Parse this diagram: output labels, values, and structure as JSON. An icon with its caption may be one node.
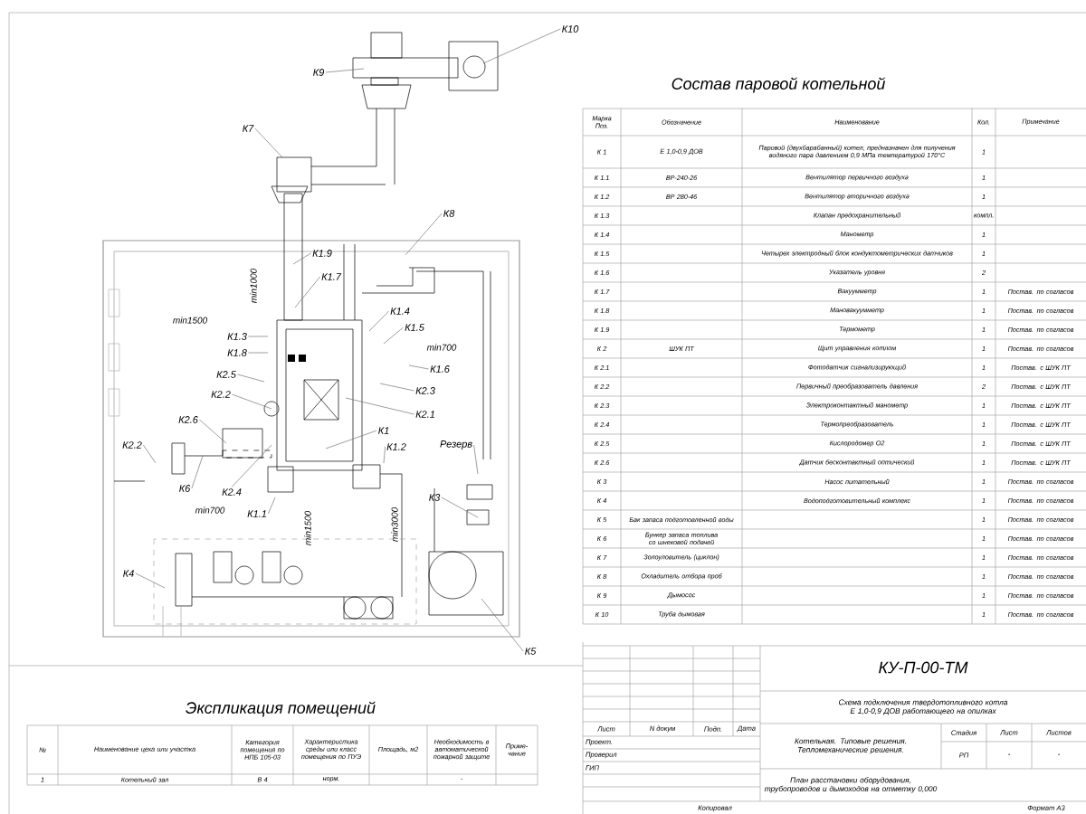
{
  "diagram": {
    "nodes": [
      {
        "text": [
          "К10"
        ]
      },
      {
        "text": [
          "К9"
        ]
      },
      {
        "text": [
          "К7"
        ]
      },
      {
        "text": [
          "К8"
        ]
      },
      {
        "text": [
          "К1.9"
        ]
      },
      {
        "text": [
          "К1.7"
        ]
      },
      {
        "text": [
          "К1.4"
        ]
      },
      {
        "text": [
          "К1.5"
        ]
      },
      {
        "text": [
          "К1.3"
        ]
      },
      {
        "text": [
          "К1.8"
        ]
      },
      {
        "text": [
          "К1.6"
        ]
      },
      {
        "text": [
          "К2.5"
        ]
      },
      {
        "text": [
          "К2.2"
        ]
      },
      {
        "text": [
          "К2.3"
        ]
      },
      {
        "text": [
          "К2.6"
        ]
      },
      {
        "text": [
          "К2.1"
        ]
      },
      {
        "text": [
          "К1"
        ]
      },
      {
        "text": [
          "К2.2"
        ]
      },
      {
        "text": [
          "К1.2"
        ]
      },
      {
        "text": [
          "Резерв"
        ]
      },
      {
        "text": [
          "К3"
        ]
      },
      {
        "text": [
          "К6"
        ]
      },
      {
        "text": [
          "К2.4"
        ]
      },
      {
        "text": [
          "К1.1"
        ]
      },
      {
        "text": [
          "К4"
        ]
      },
      {
        "text": [
          "К5"
        ]
      }
    ],
    "edges": [
      {
        "from": 0,
        "to": null,
        "arrow": "none"
      },
      {
        "from": 1,
        "to": null,
        "arrow": "none"
      },
      {
        "from": 2,
        "to": null,
        "arrow": "none"
      },
      {
        "from": 3,
        "to": null,
        "arrow": "none"
      },
      {
        "from": 4,
        "to": null,
        "arrow": "none"
      },
      {
        "from": 5,
        "to": null,
        "arrow": "none"
      },
      {
        "from": 6,
        "to": null,
        "arrow": "none"
      },
      {
        "from": 7,
        "to": null,
        "arrow": "none"
      },
      {
        "from": 8,
        "to": null,
        "arrow": "none"
      },
      {
        "from": 9,
        "to": null,
        "arrow": "none"
      },
      {
        "from": 10,
        "to": null,
        "arrow": "none"
      },
      {
        "from": 11,
        "to": null,
        "arrow": "none"
      },
      {
        "from": 12,
        "to": null,
        "arrow": "none"
      },
      {
        "from": 13,
        "to": null,
        "arrow": "none"
      },
      {
        "from": 14,
        "to": null,
        "arrow": "none"
      },
      {
        "from": 15,
        "to": null,
        "arrow": "none"
      },
      {
        "from": 16,
        "to": null,
        "arrow": "none"
      },
      {
        "from": 17,
        "to": null,
        "arrow": "none"
      },
      {
        "from": 18,
        "to": null,
        "arrow": "none"
      },
      {
        "from": 19,
        "to": null,
        "arrow": "none"
      },
      {
        "from": 20,
        "to": null,
        "arrow": "none"
      },
      {
        "from": 21,
        "to": null,
        "arrow": "none"
      },
      {
        "from": 22,
        "to": null,
        "arrow": "none"
      },
      {
        "from": 23,
        "to": null,
        "arrow": "none"
      },
      {
        "from": 24,
        "to": null,
        "arrow": "none"
      },
      {
        "from": 25,
        "to": null,
        "arrow": "none"
      }
    ],
    "labels": [
      "Состав паровой котельной",
      "Марка Поз.",
      "Обозначение",
      "Наименование",
      "Кол.",
      "Примечание",
      "К 1",
      "Е 1,0-0,9 ДОВ",
      "Паровой (двухбарабанный) котел, предназначен для получения водяного пара давлением 0,9 МПа температурой 170°С",
      "1",
      "К 1.1",
      "ВР-240-26",
      "Вентилятор первичного воздуха",
      "1",
      "К 1.2",
      "ВР 280-46",
      "Вентилятор вторичного воздуха",
      "1",
      "К 1.3",
      "Клапан предохранительный",
      "компл.",
      "К 1.4",
      "Манометр",
      "1",
      "К 1.5",
      "Четырех электродный блок кондуктометрических датчиков",
      "1",
      "К 1.6",
      "Указатель уровня",
      "2",
      "К 1.7",
      "Вакуумметр",
      "1",
      "Постав. по согласов",
      "К 1.8",
      "Мановакуумметр",
      "1",
      "Постав. по согласов",
      "К 1.9",
      "Термометр",
      "1",
      "Постав. по согласов",
      "К 2",
      "ШУК ПТ",
      "Щит управления котлом",
      "1",
      "Постав. по согласов",
      "К 2.1",
      "Фотодатчик сигнализирующий",
      "1",
      "Постав. с ШУК ПТ",
      "К 2.2",
      "Первичный преобразователь давления",
      "2",
      "Постав. с ШУК ПТ",
      "К 2.3",
      "Электроконтактный манометр",
      "1",
      "Постав. с ШУК ПТ",
      "К 2.4",
      "Термопреобразователь",
      "1",
      "Постав. с ШУК ПТ",
      "К 2.5",
      "Кислородомер О2",
      "1",
      "Постав. с ШУК ПТ",
      "К 2.6",
      "Датчик бесконтактный оптический",
      "1",
      "Постав. с ШУК ПТ",
      "К 3",
      "Насос питательный",
      "1",
      "Постав. по согласов",
      "К 4",
      "Водоподготовительный комплекс",
      "1",
      "Постав. по согласов",
      "К 5",
      "Бак запаса подготовленной воды",
      "1",
      "Постав. по согласов",
      "К 6",
      "Бункер запаса топлива со шнековой подачей",
      "1",
      "Постав. по согласов",
      "К 7",
      "Золоуловитель (циклон)",
      "1",
      "Постав. по согласов",
      "К 8",
      "Охладитель отбора проб",
      "1",
      "Постав. по согласов",
      "К 9",
      "Дымосос",
      "1",
      "Постав. по согласов",
      "К 10",
      "Труба дымовая",
      "1",
      "Постав. по согласов",
      "Экспликация помещений",
      "№",
      "Наименование цеха или участка",
      "Категория помещения по НПБ 105-03",
      "Характеристика среды или класс помещения по ПУЭ",
      "Площадь, м2",
      "Необходимость в автоматической пожарной защите",
      "Приме-чание",
      "1",
      "Котельный зал",
      "В 4",
      "норм.",
      "-",
      "min1000",
      "min1500",
      "min700",
      "min700",
      "min1500",
      "min3000",
      "КУ-П-00-ТМ",
      "Схема подключения твердотопливного котла Е 1,0-0,9 ДОВ работающего на опилках",
      "Лист",
      "N докум",
      "Подп.",
      "Дата",
      "Проект.",
      "Проверил",
      "ГИП",
      "Котельная. Типовые решения. Тепломеханические решения.",
      "Стадия",
      "Лист",
      "Листов",
      "РП",
      "-",
      "-",
      "План расстановки оборудования, трубопроводов и дымоходов на отметку 0,000",
      "Копировал",
      "Формат А3"
    ]
  }
}
